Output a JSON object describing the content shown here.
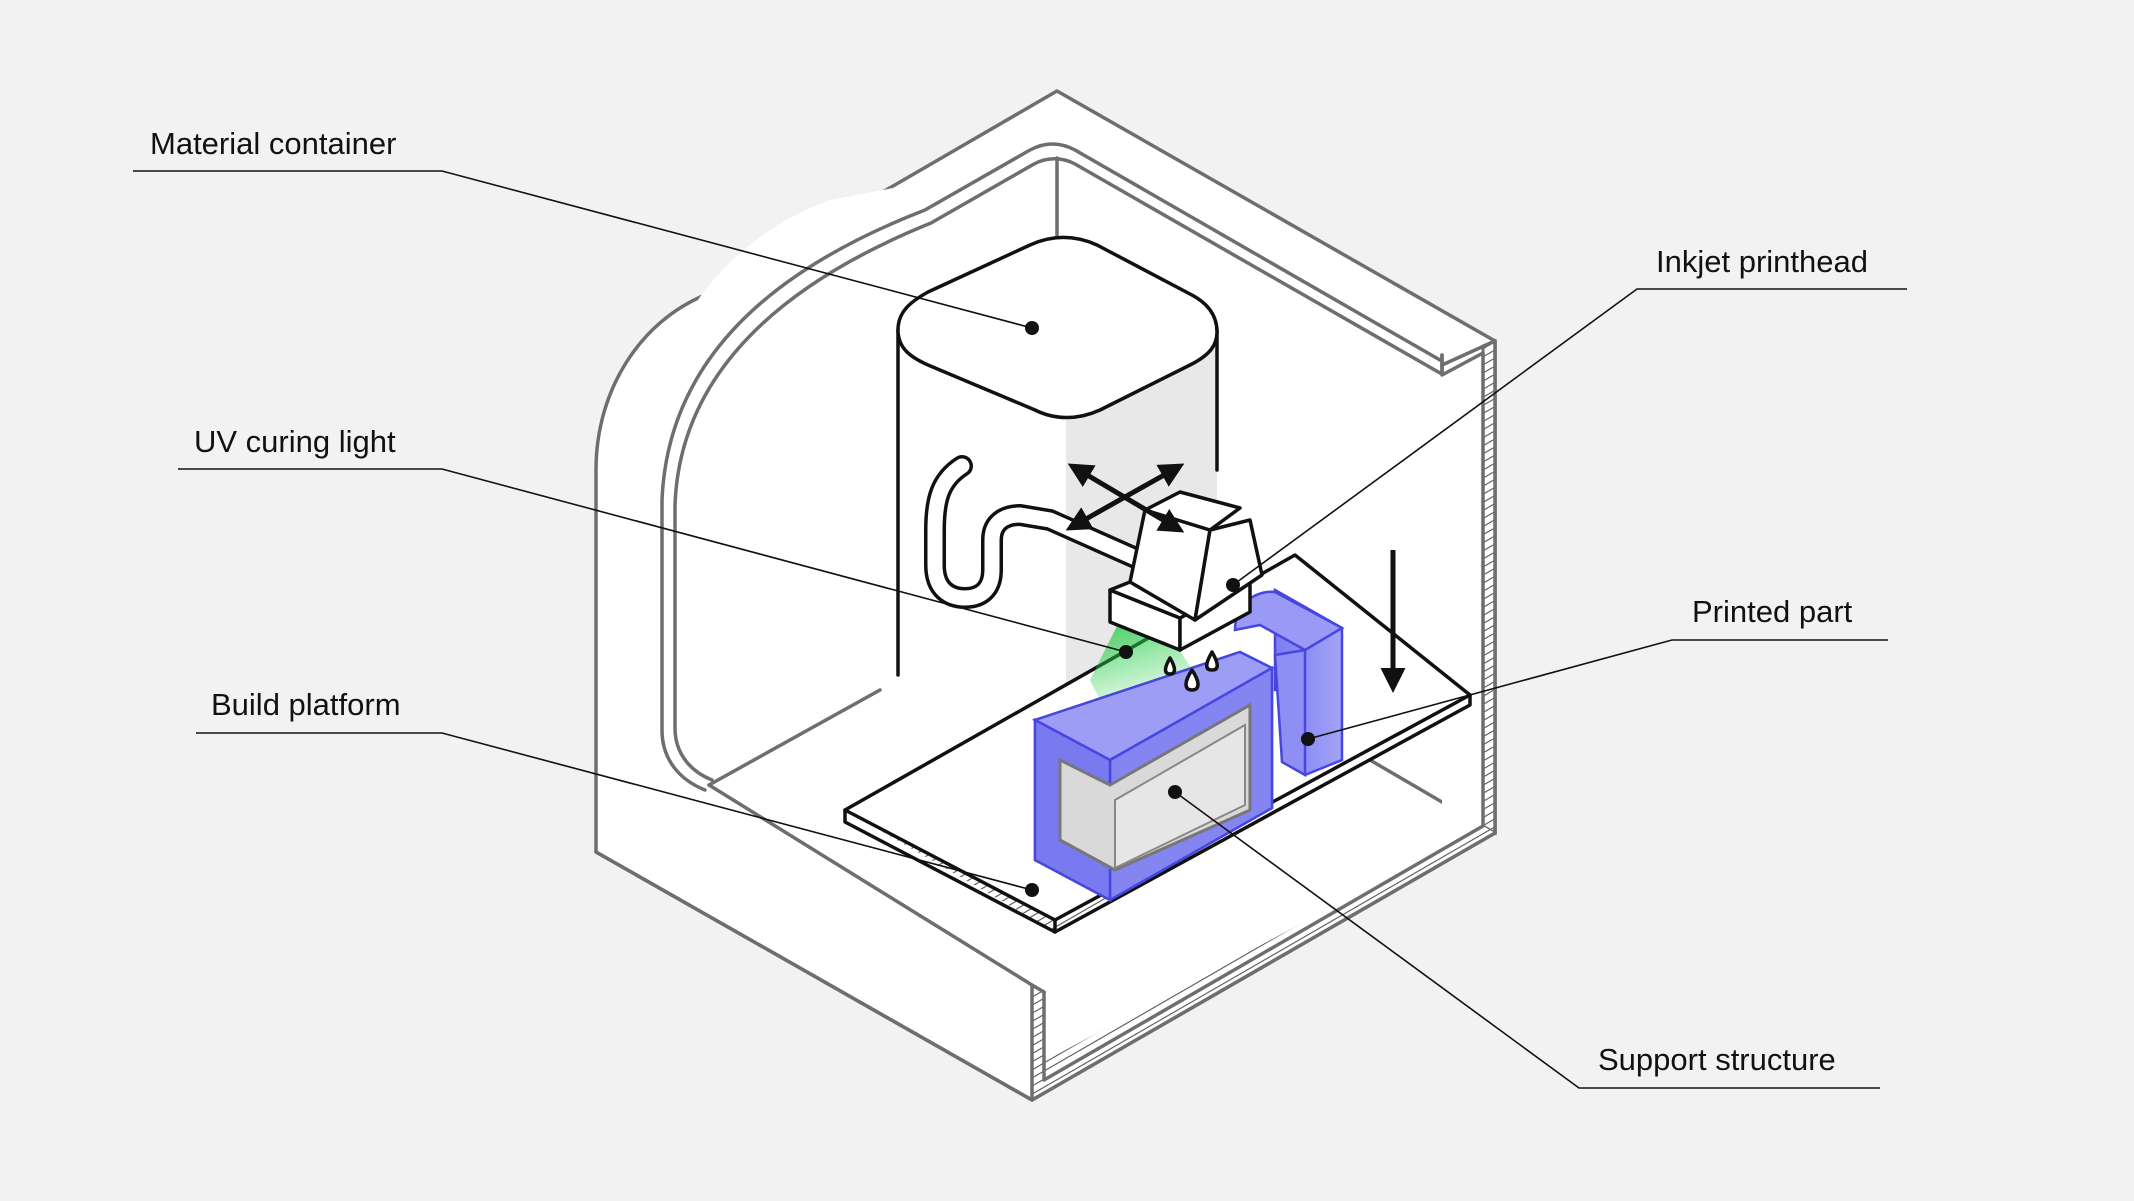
{
  "labels": {
    "material_container": "Material container",
    "uv_curing_light": "UV curing light",
    "build_platform": "Build platform",
    "inkjet_printhead": "Inkjet printhead",
    "printed_part": "Printed part",
    "support_structure": "Support structure"
  },
  "colors": {
    "background": "#f2f2f2",
    "printed_part": "#6a6af0",
    "support_structure": "#d9d9d9",
    "uv_light": "#2fd04a",
    "machine_outline": "#6e6e6e"
  },
  "icons": [
    "movement-arrows-icon",
    "down-arrow-icon",
    "droplet-icon"
  ]
}
